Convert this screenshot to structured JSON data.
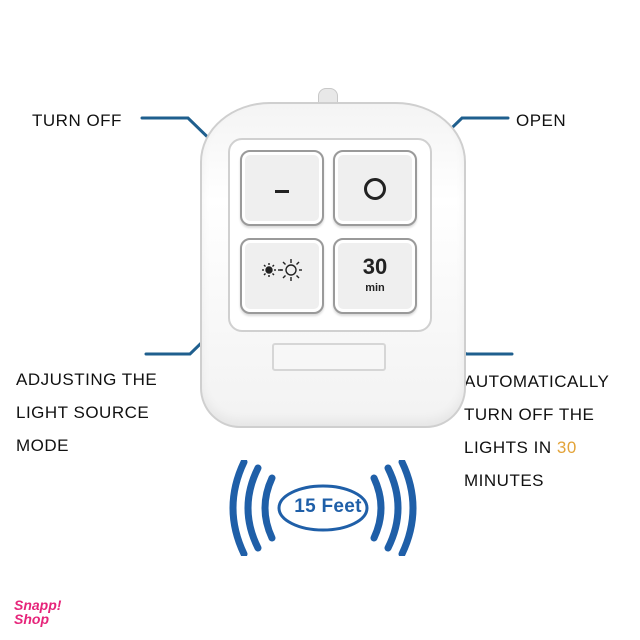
{
  "labels": {
    "turn_off": "TURN OFF",
    "open": "OPEN",
    "mode": [
      "ADJUSTING THE",
      "LIGHT SOURCE",
      "MODE"
    ],
    "auto": {
      "line1": "AUTOMATICALLY",
      "line2": "TURN OFF THE",
      "line3_prefix": "LIGHTS IN ",
      "line3_highlight": "30",
      "line4": "MINUTES"
    }
  },
  "remote": {
    "timer_value": "30",
    "timer_unit": "min"
  },
  "range": {
    "text": "15 Feet"
  },
  "brand": {
    "line1": "Snapp!",
    "line2": "Shop"
  },
  "colors": {
    "connector": "#1f5f8e",
    "highlight": "#e3a338",
    "range": "#1f5fa8",
    "brand": "#e6247a"
  },
  "icons": {
    "off_button": "minus-icon",
    "open_button": "ring-icon",
    "mode_button": "sun-dim-bright-icon",
    "range": "wireless-signal-icon"
  }
}
